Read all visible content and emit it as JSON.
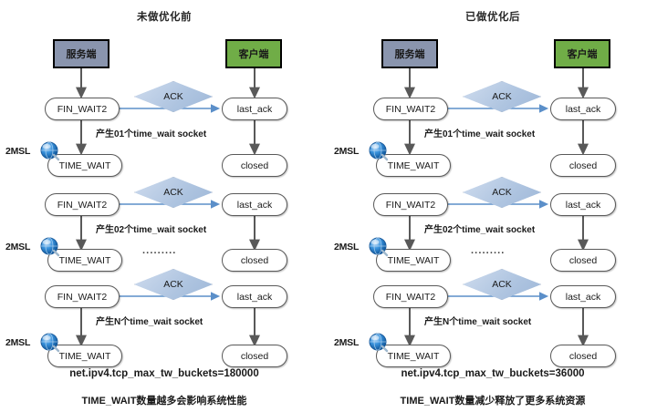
{
  "diagram": {
    "panels": [
      {
        "id": "before",
        "title": "未做优化前",
        "server_label": "服务端",
        "client_label": "客户端",
        "rows": [
          {
            "fin_wait": "FIN_WAIT2",
            "time_wait": "TIME_WAIT",
            "last_ack": "last_ack",
            "closed": "closed",
            "ack_label": "ACK",
            "msl_label": "2MSL",
            "socket_note": "产生01个time_wait socket"
          },
          {
            "fin_wait": "FIN_WAIT2",
            "time_wait": "TIME_WAIT",
            "last_ack": "last_ack",
            "closed": "closed",
            "ack_label": "ACK",
            "msl_label": "2MSL",
            "socket_note": "产生02个time_wait socket"
          },
          {
            "fin_wait": "FIN_WAIT2",
            "time_wait": "TIME_WAIT",
            "last_ack": "last_ack",
            "closed": "closed",
            "ack_label": "ACK",
            "msl_label": "2MSL",
            "socket_note": "产生N个time_wait socket"
          }
        ],
        "ellipsis": "·········",
        "sysctl": "net.ipv4.tcp_max_tw_buckets=180000",
        "summary": "TIME_WAIT数量越多会影响系统性能"
      },
      {
        "id": "after",
        "title": "已做优化后",
        "server_label": "服务端",
        "client_label": "客户端",
        "rows": [
          {
            "fin_wait": "FIN_WAIT2",
            "time_wait": "TIME_WAIT",
            "last_ack": "last_ack",
            "closed": "closed",
            "ack_label": "ACK",
            "msl_label": "2MSL",
            "socket_note": "产生01个time_wait socket"
          },
          {
            "fin_wait": "FIN_WAIT2",
            "time_wait": "TIME_WAIT",
            "last_ack": "last_ack",
            "closed": "closed",
            "ack_label": "ACK",
            "msl_label": "2MSL",
            "socket_note": "产生02个time_wait socket"
          },
          {
            "fin_wait": "FIN_WAIT2",
            "time_wait": "TIME_WAIT",
            "last_ack": "last_ack",
            "closed": "closed",
            "ack_label": "ACK",
            "msl_label": "2MSL",
            "socket_note": "产生N个time_wait socket"
          }
        ],
        "ellipsis": "·········",
        "sysctl": "net.ipv4.tcp_max_tw_buckets=36000",
        "summary": "TIME_WAIT数量减少释放了更多系统资源"
      }
    ],
    "icons": {
      "clock": "clock-globe-icon"
    },
    "colors": {
      "server_box": "#8a95ae",
      "client_box": "#70ad47",
      "ack_diamond": "#b7cbe4",
      "node_border": "#595959",
      "arrow_vertical": "#595959",
      "arrow_horizontal": "#5b8fc9",
      "background": "#ffffff",
      "text": "#1a1a1a"
    }
  }
}
